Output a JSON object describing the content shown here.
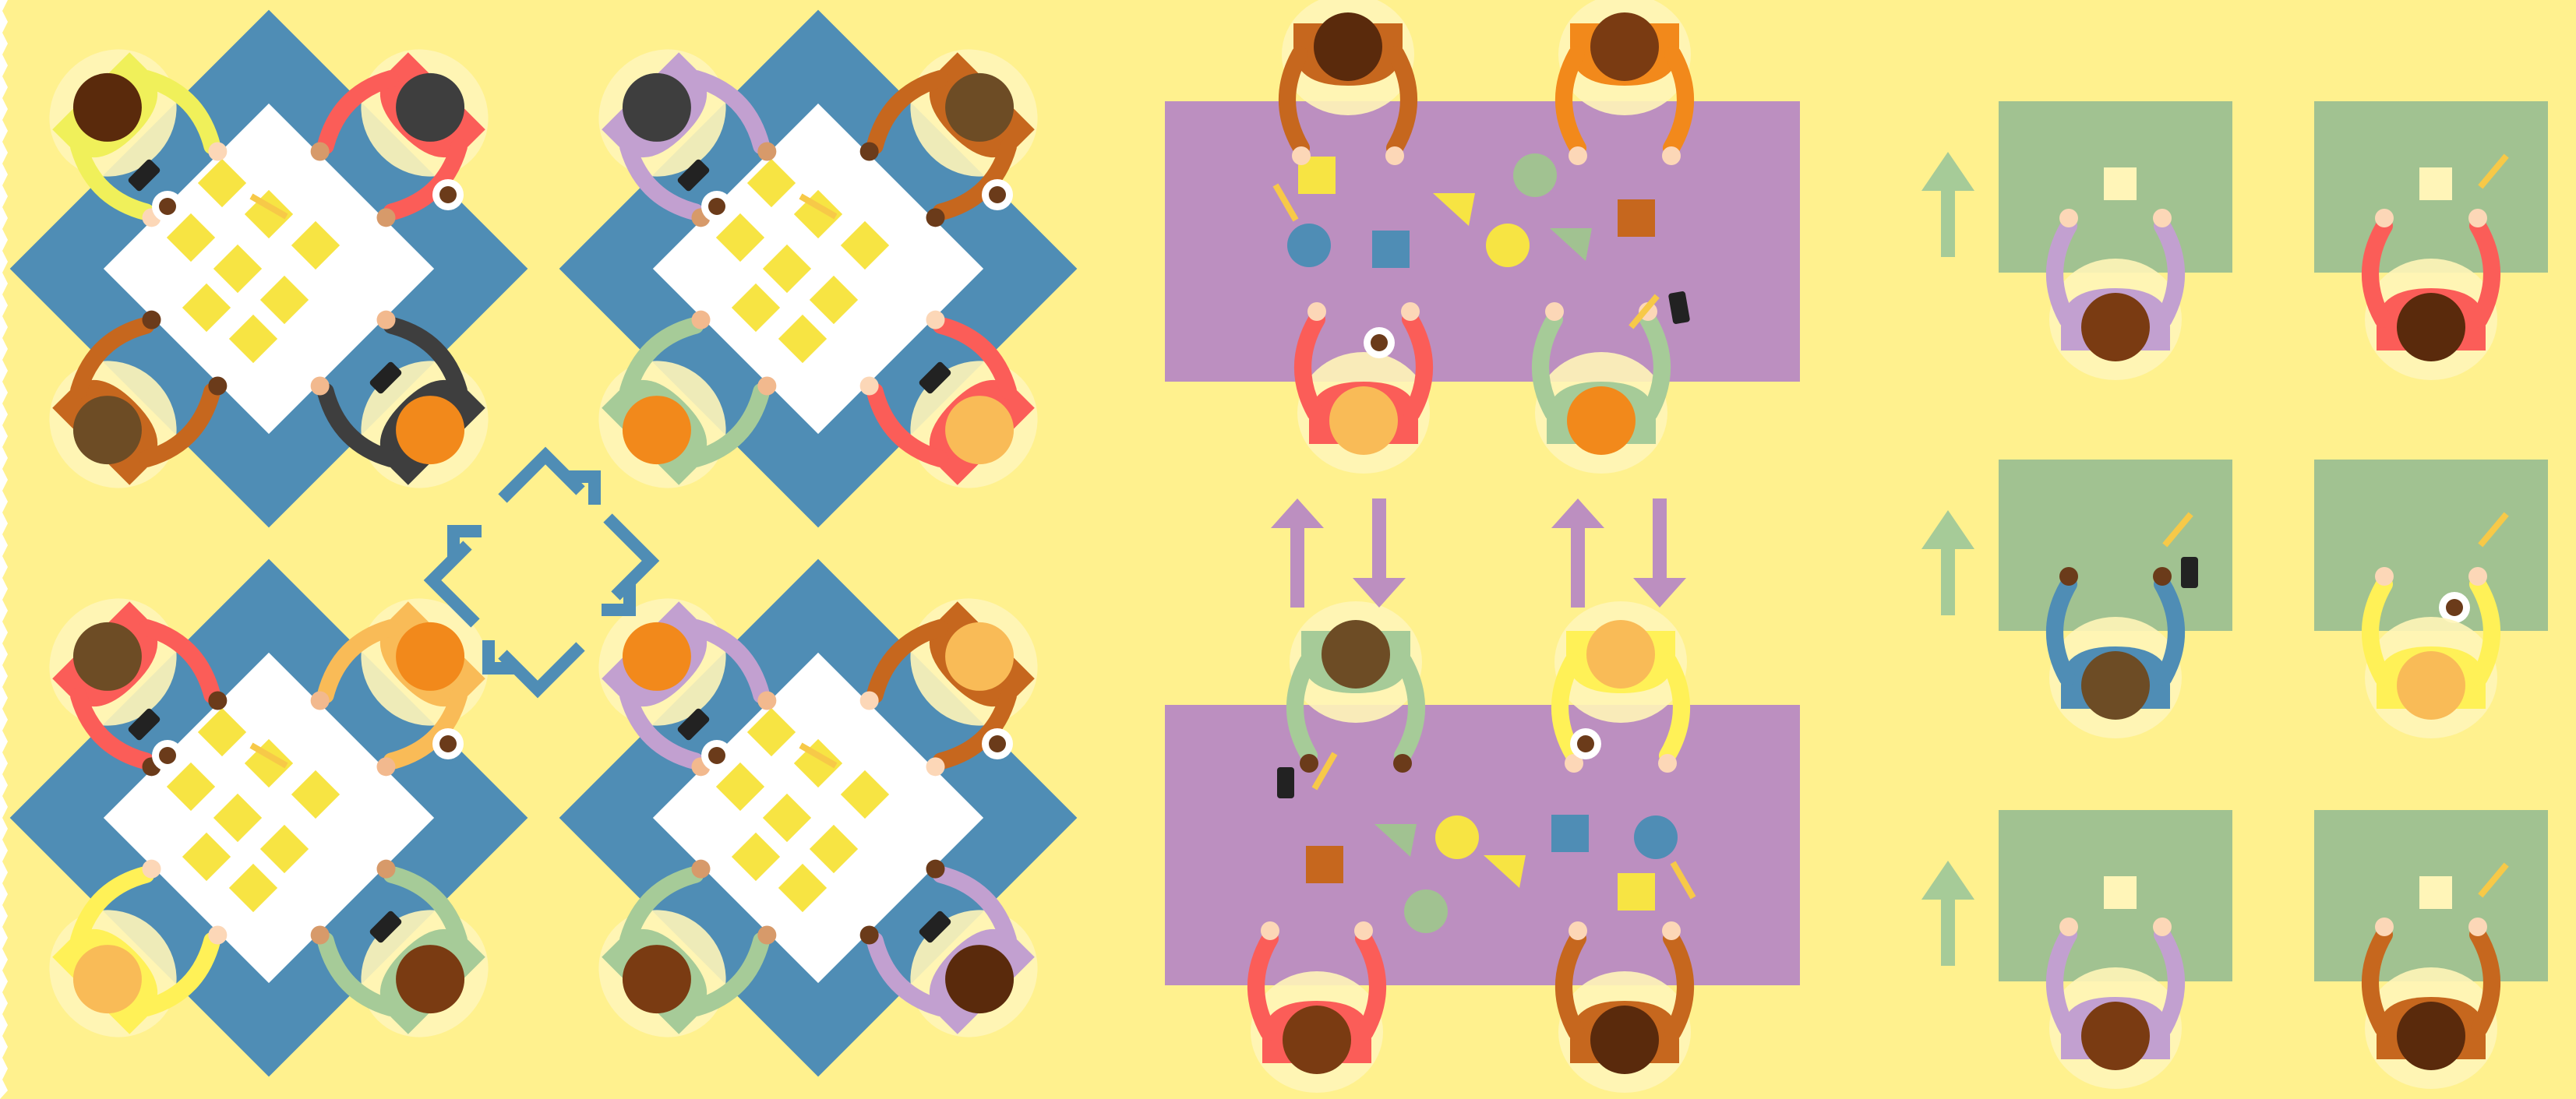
{
  "palette": {
    "background": "#fff18e",
    "blue_table": "#4f8db5",
    "paper": "#ffffff",
    "sticky_note": "#f7e443",
    "purple_table": "#bc8fc0",
    "green_desk": "#a1c291",
    "purple_arrow": "#bc8fc0",
    "green_arrow": "#a6cb98",
    "blue_arrow": "#4f8db5",
    "shapes": {
      "yellow": "#f7e443",
      "blue": "#4f8db5",
      "brown": "#c6671e",
      "green": "#a1c291"
    }
  },
  "sections": [
    {
      "id": "group-discussion",
      "layout": "four-square-tables",
      "cycle_arrows": "clockwise"
    },
    {
      "id": "pair-exchange",
      "layout": "two-rectangular-tables",
      "arrows": [
        "up",
        "down",
        "up",
        "down"
      ]
    },
    {
      "id": "individual-desks",
      "layout": "desk-rows",
      "rows": 3,
      "columns": 2,
      "arrows": [
        "up",
        "up",
        "up"
      ]
    }
  ]
}
